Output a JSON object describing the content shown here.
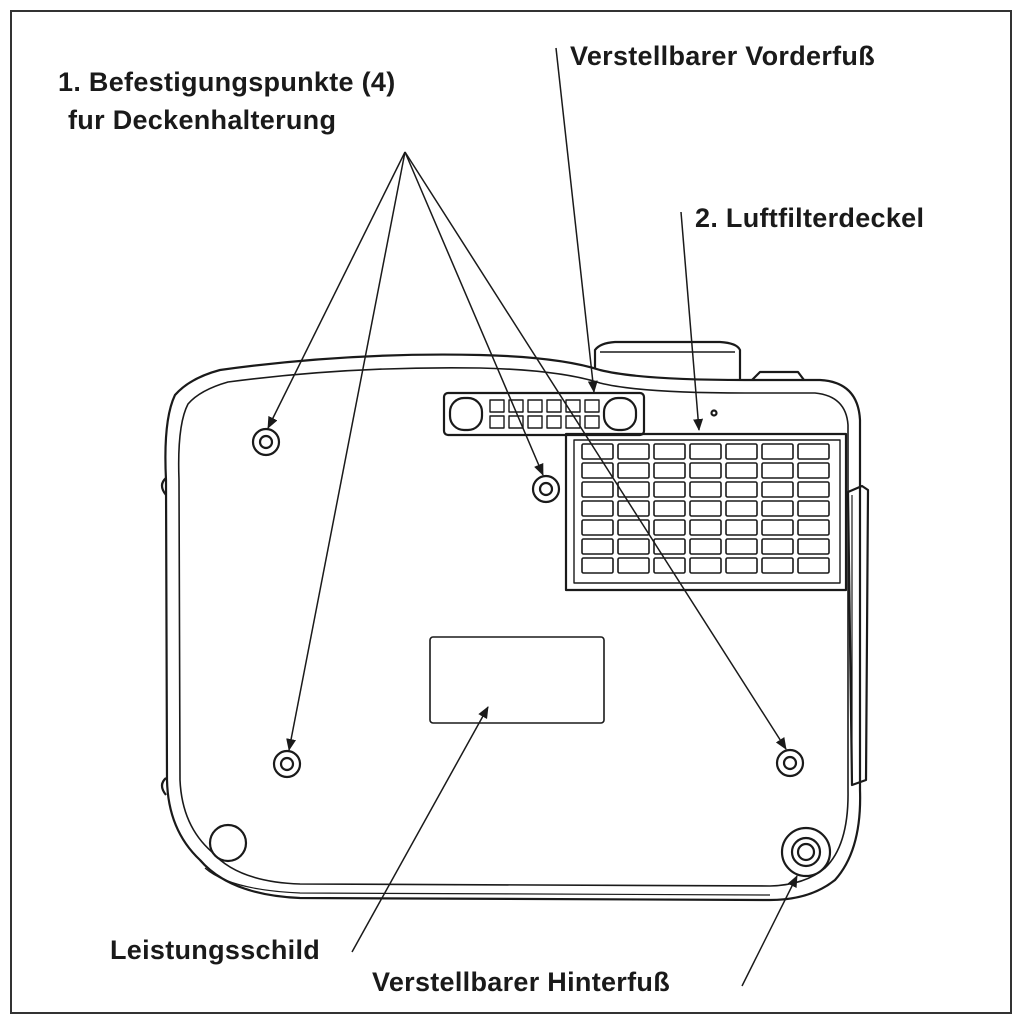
{
  "labels": {
    "mount_points_line1": "1. Befestigungspunkte (4)",
    "mount_points_line2": "fur Deckenhalterung",
    "front_foot": "Verstellbarer Vorderfuß",
    "air_filter": "2. Luftfilterdeckel",
    "rating_label": "Leistungsschild",
    "rear_foot": "Verstellbarer Hinterfuß"
  },
  "colors": {
    "line": "#1a1a1a",
    "background": "#ffffff"
  }
}
